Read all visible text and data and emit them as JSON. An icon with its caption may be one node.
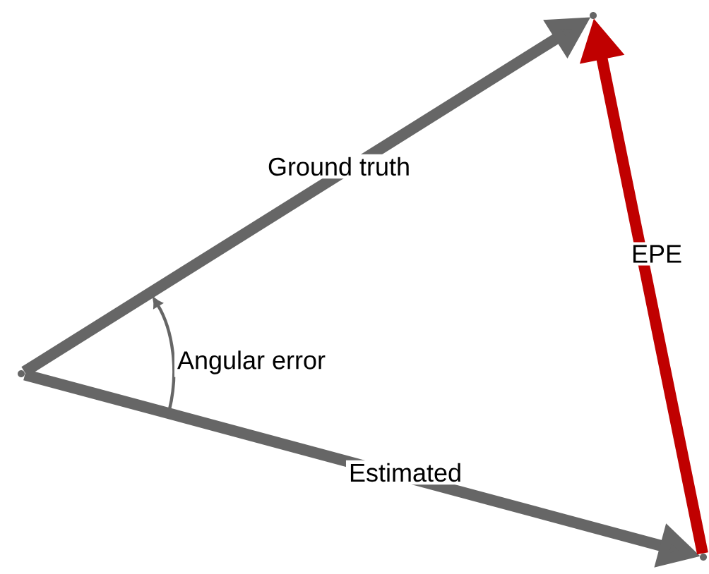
{
  "diagram": {
    "nodes": [
      {
        "text": [],
        "shape": "point"
      },
      {
        "text": [],
        "shape": "point"
      },
      {
        "text": [],
        "shape": "point"
      }
    ],
    "edges": [
      {
        "from": 0,
        "to": 1,
        "arrow": "to",
        "label": "Ground truth"
      },
      {
        "from": 0,
        "to": 2,
        "arrow": "to",
        "label": "Estimated"
      },
      {
        "from": 2,
        "to": 1,
        "arrow": "to",
        "label": "EPE",
        "color": "#c00000"
      }
    ],
    "labels": [
      "Angular error"
    ]
  }
}
